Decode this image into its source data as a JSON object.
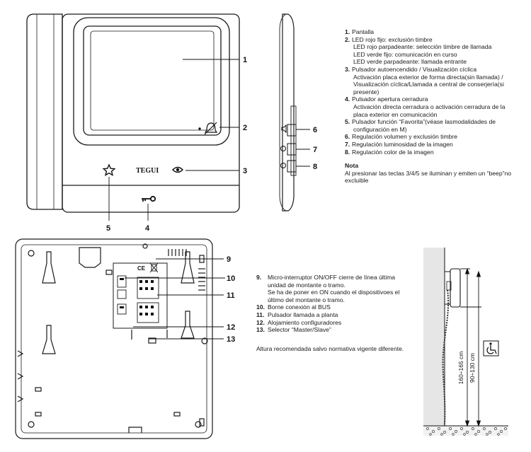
{
  "front_view": {
    "brand": "TEGUI",
    "callouts": [
      "1",
      "2",
      "3",
      "4",
      "5"
    ]
  },
  "side_view": {
    "callouts": [
      "6",
      "7",
      "8"
    ]
  },
  "back_view": {
    "callouts": [
      "9",
      "10",
      "11",
      "12",
      "13"
    ],
    "marks": {
      "ce": "CE"
    }
  },
  "wall_diagram": {
    "dim_inner": "160÷165 cm",
    "dim_outer": "90÷130 cm",
    "accessibility_icon": "wheelchair-icon"
  },
  "legend_top": {
    "items": [
      {
        "num": "1.",
        "text": "Pantalla",
        "sub": []
      },
      {
        "num": "2.",
        "text": "LED rojo fijo: exclusión timbre",
        "sub": [
          "LED rojo parpadeante: selección timbre de llamada",
          "LED verde fijo: comunicación en curso",
          "LED verde parpadeante: llamada entrante"
        ]
      },
      {
        "num": "3.",
        "text": "Pulsador autoencendido / Visualización cíclica",
        "sub": [
          "Activación placa exterior de forma directa(sin llamada) /",
          "Visualización cíclica/Llamada a central de conserjería(si",
          "presente)"
        ]
      },
      {
        "num": "4.",
        "text": "Pulsador apertura cerradura",
        "sub": [
          "Activación directa cerradura o activación cerradura de la",
          "placa exterior en comunicación"
        ]
      },
      {
        "num": "5.",
        "text": "Pulsador función “Favorita”(véase lasmodalidades de",
        "sub": [
          "configuración en M)"
        ]
      },
      {
        "num": "6.",
        "text": "Regulación volumen y exclusión timbre",
        "sub": []
      },
      {
        "num": "7.",
        "text": "Regulación luminosidad de la imagen",
        "sub": []
      },
      {
        "num": "8.",
        "text": "Regulación color de la imagen",
        "sub": []
      }
    ],
    "nota_title": "Nota",
    "nota_text": "Al presionar las teclas 3/4/5 se iluminan y emiten un “beep”no excluible"
  },
  "legend_bottom": {
    "items": [
      {
        "num": "9.",
        "text": "Micro-interruptor ON/OFF cierre de línea última",
        "sub": [
          "unidad de montante o tramo.",
          "Se ha de poner en ON cuando el dispositivoes el",
          "último del montante o tramo."
        ]
      },
      {
        "num": "10.",
        "text": "Borne conexión al BUS",
        "sub": []
      },
      {
        "num": "11.",
        "text": "Pulsador llamada a planta",
        "sub": []
      },
      {
        "num": "12.",
        "text": "Alojamiento configuradores",
        "sub": []
      },
      {
        "num": "13.",
        "text": "Selector “Master/Slave”",
        "sub": []
      }
    ],
    "footer": "Altura recomendada salvo normativa vigente diferente."
  }
}
